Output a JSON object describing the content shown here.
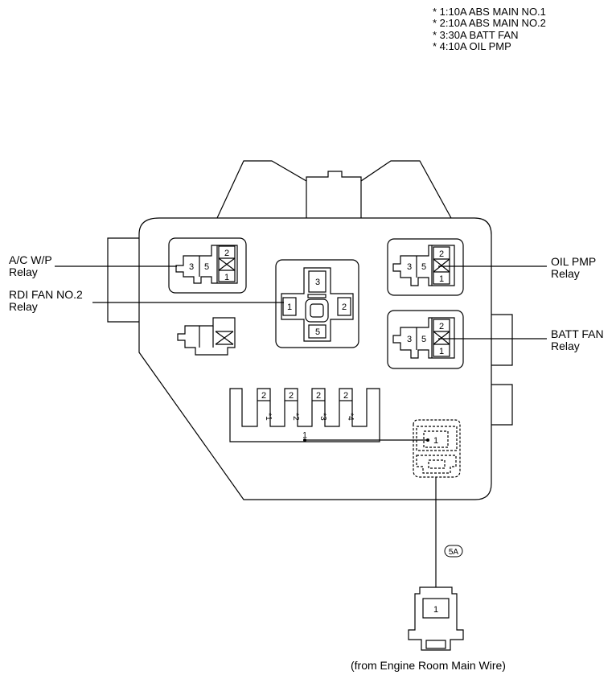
{
  "notes": [
    "* 1:10A ABS MAIN NO.1",
    "* 2:10A ABS MAIN NO.2",
    "* 3:30A BATT FAN",
    "* 4:10A OIL PMP"
  ],
  "labels": {
    "ac_wp": {
      "line1": "A/C W/P",
      "line2": "Relay"
    },
    "rdi_fan": {
      "line1": "RDI FAN NO.2",
      "line2": "Relay"
    },
    "oil_pmp": {
      "line1": "OIL PMP",
      "line2": "Relay"
    },
    "batt_fan": {
      "line1": "BATT FAN",
      "line2": "Relay"
    },
    "source": "(from Engine Room Main Wire)"
  },
  "relays": {
    "ac_wp": {
      "left": "3",
      "mid": "5",
      "top": "2",
      "bottom": "1"
    },
    "rdi_fan": {
      "top": "3",
      "left": "1",
      "right": "2",
      "bottom": "5"
    },
    "oil_pmp": {
      "left": "3",
      "mid": "5",
      "top": "2",
      "bottom": "1"
    },
    "batt_fan": {
      "left": "3",
      "mid": "5",
      "top": "2",
      "bottom": "1"
    }
  },
  "fuses": [
    {
      "terminal": "2",
      "id": "*1"
    },
    {
      "terminal": "2",
      "id": "*2"
    },
    {
      "terminal": "2",
      "id": "*3"
    },
    {
      "terminal": "2",
      "id": "*4"
    }
  ],
  "busbar_terminal": "1",
  "block_connector": {
    "terminal": "1"
  },
  "connector_code": "5A",
  "harness_connector": {
    "terminal": "1"
  }
}
